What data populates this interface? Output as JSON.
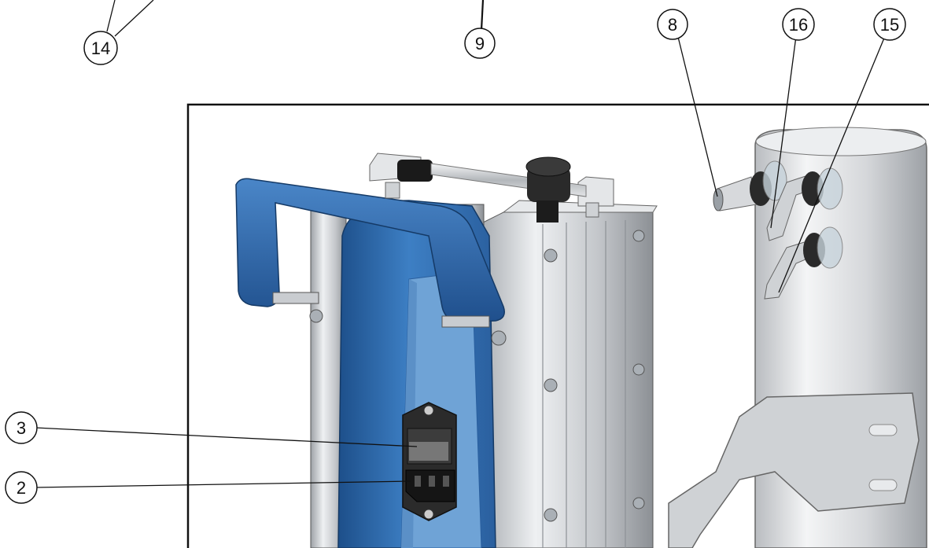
{
  "callouts": [
    {
      "id": "c14",
      "label": "14"
    },
    {
      "id": "c9",
      "label": "9"
    },
    {
      "id": "c8",
      "label": "8"
    },
    {
      "id": "c16",
      "label": "16"
    },
    {
      "id": "c15",
      "label": "15"
    },
    {
      "id": "c3",
      "label": "3"
    },
    {
      "id": "c2",
      "label": "2"
    }
  ],
  "colors": {
    "housing_blue": "#2f6fb3",
    "housing_blue_dark": "#1d4f8a",
    "housing_blue_light": "#6fa3d6",
    "aluminum": "#c9ccd0",
    "aluminum_dark": "#8e9297",
    "aluminum_light": "#eceef0",
    "frame": "#111111"
  }
}
